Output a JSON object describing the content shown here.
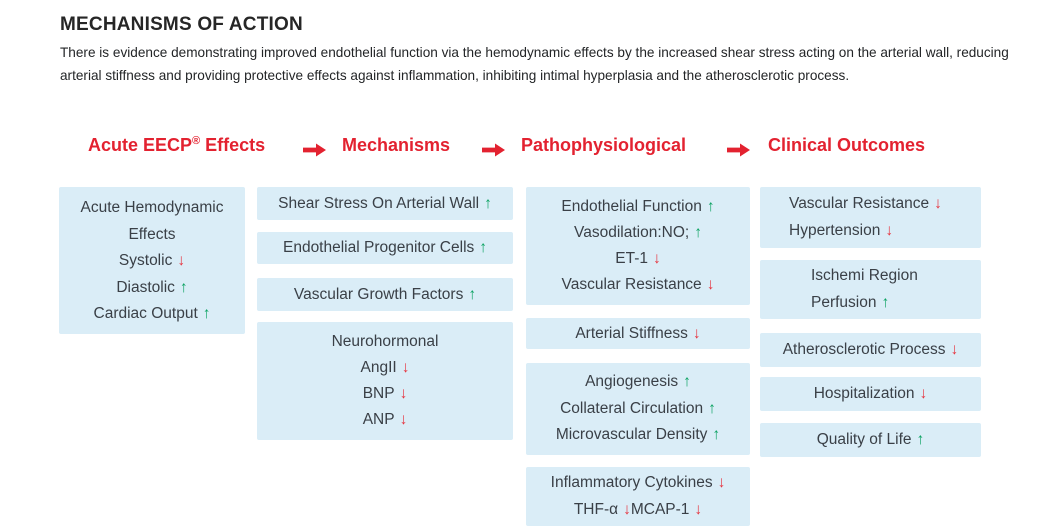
{
  "doc": {
    "title": "MECHANISMS OF ACTION",
    "intro": "There is evidence demonstrating improved endothelial function via the hemodynamic effects by the increased shear stress acting on the arterial wall, reducing arterial stiffness and providing protective effects against inflammation, inhibiting intimal hyperplasia and the atherosclerotic process."
  },
  "glyphs": {
    "up_arrow": "↑",
    "down_arrow": "↓"
  },
  "colors": {
    "accent_red": "#e32230",
    "arrow_down_red": "#e6343f",
    "arrow_up_green": "#0da363",
    "box_bg": "#daedf7",
    "text_dark": "#3a4047"
  },
  "flow_header": {
    "steps": [
      {
        "id": "acute-eecp-effects",
        "pre": "Acute EECP",
        "sup": "®",
        "post": " Effects"
      },
      {
        "id": "mechanisms",
        "pre": "Mechanisms",
        "sup": "",
        "post": ""
      },
      {
        "id": "pathophysiological",
        "pre": "Pathophysiological",
        "sup": "",
        "post": ""
      },
      {
        "id": "clinical-outcomes",
        "pre": "Clinical Outcomes",
        "sup": "",
        "post": ""
      }
    ]
  },
  "columns": [
    {
      "id": "acute-eecp-effects",
      "boxes": [
        {
          "lines": [
            [
              {
                "t": "Acute Hemodynamic"
              }
            ],
            [
              {
                "t": "Effects"
              }
            ],
            [
              {
                "t": "Systolic",
                "a": "down"
              }
            ],
            [
              {
                "t": "Diastolic",
                "a": "up"
              }
            ],
            [
              {
                "t": "Cardiac Output",
                "a": "up"
              }
            ]
          ]
        }
      ]
    },
    {
      "id": "mechanisms",
      "boxes": [
        {
          "lines": [
            [
              {
                "t": "Shear Stress On Arterial Wall",
                "a": "up"
              }
            ]
          ]
        },
        {
          "lines": [
            [
              {
                "t": "Endothelial Progenitor Cells",
                "a": "up"
              }
            ]
          ]
        },
        {
          "lines": [
            [
              {
                "t": "Vascular Growth Factors",
                "a": "up"
              }
            ]
          ]
        },
        {
          "lines": [
            [
              {
                "t": "Neurohormonal"
              }
            ],
            [
              {
                "t": "AngII",
                "a": "down"
              }
            ],
            [
              {
                "t": "BNP",
                "a": "down"
              }
            ],
            [
              {
                "t": "ANP",
                "a": "down"
              }
            ]
          ]
        }
      ]
    },
    {
      "id": "pathophysiological",
      "boxes": [
        {
          "lines": [
            [
              {
                "t": "Endothelial Function",
                "a": "up"
              }
            ],
            [
              {
                "t": "Vasodilation:NO;",
                "a": "up"
              }
            ],
            [
              {
                "t": "ET-1",
                "a": "down"
              }
            ],
            [
              {
                "t": "Vascular Resistance",
                "a": "down"
              }
            ]
          ]
        },
        {
          "lines": [
            [
              {
                "t": "Arterial Stiffness",
                "a": "down"
              }
            ]
          ]
        },
        {
          "lines": [
            [
              {
                "t": "Angiogenesis",
                "a": "up"
              }
            ],
            [
              {
                "t": "Collateral Circulation",
                "a": "up"
              }
            ],
            [
              {
                "t": "Microvascular Density",
                "a": "up"
              }
            ]
          ]
        },
        {
          "lines": [
            [
              {
                "t": "Inflammatory Cytokines",
                "a": "down"
              }
            ],
            [
              {
                "t": "THF-α",
                "a": "down"
              },
              {
                "t": "MCAP-1",
                "a": "down"
              }
            ]
          ]
        }
      ]
    },
    {
      "id": "clinical-outcomes",
      "boxes": [
        {
          "lines": [
            [
              {
                "t": "Vascular Resistance",
                "a": "down"
              }
            ],
            [
              {
                "t": "Hypertension",
                "a": "down"
              }
            ]
          ]
        },
        {
          "lines": [
            [
              {
                "t": "Ischemi Region"
              }
            ],
            [
              {
                "t": "Perfusion",
                "a": "up"
              }
            ]
          ]
        },
        {
          "lines": [
            [
              {
                "t": "Atherosclerotic Process",
                "a": "down"
              }
            ]
          ]
        },
        {
          "lines": [
            [
              {
                "t": "Hospitalization",
                "a": "down"
              }
            ]
          ]
        },
        {
          "lines": [
            [
              {
                "t": "Quality of Life",
                "a": "up"
              }
            ]
          ]
        }
      ]
    }
  ]
}
